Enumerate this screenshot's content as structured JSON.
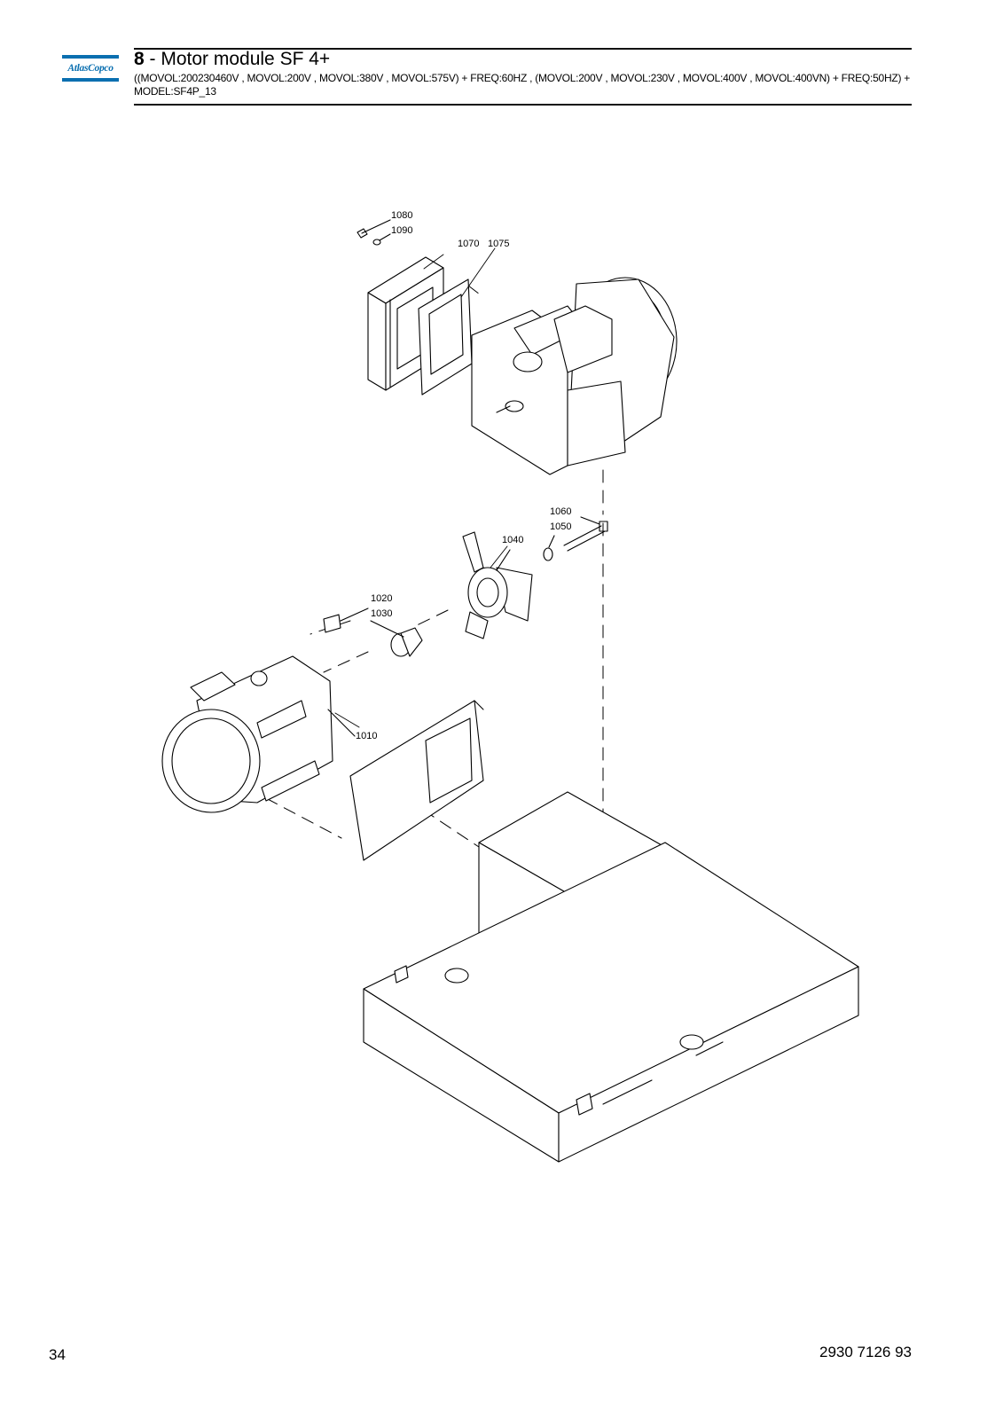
{
  "header": {
    "logo_text": "AtlasCopco",
    "section_number": "8",
    "title": " - Motor module SF 4+",
    "subtitle": "((MOVOL:200230460V , MOVOL:200V , MOVOL:380V , MOVOL:575V) + FREQ:60HZ , (MOVOL:200V , MOVOL:230V , MOVOL:400V , MOVOL:400VN) + FREQ:50HZ) + MODEL:SF4P_13"
  },
  "callouts": {
    "c1080": "1080",
    "c1090": "1090",
    "c1070": "1070",
    "c1075": "1075",
    "c1060": "1060",
    "c1050": "1050",
    "c1040": "1040",
    "c1020": "1020",
    "c1030": "1030",
    "c1010": "1010"
  },
  "footer": {
    "page_number": "34",
    "document_number": "2930 7126 93"
  }
}
